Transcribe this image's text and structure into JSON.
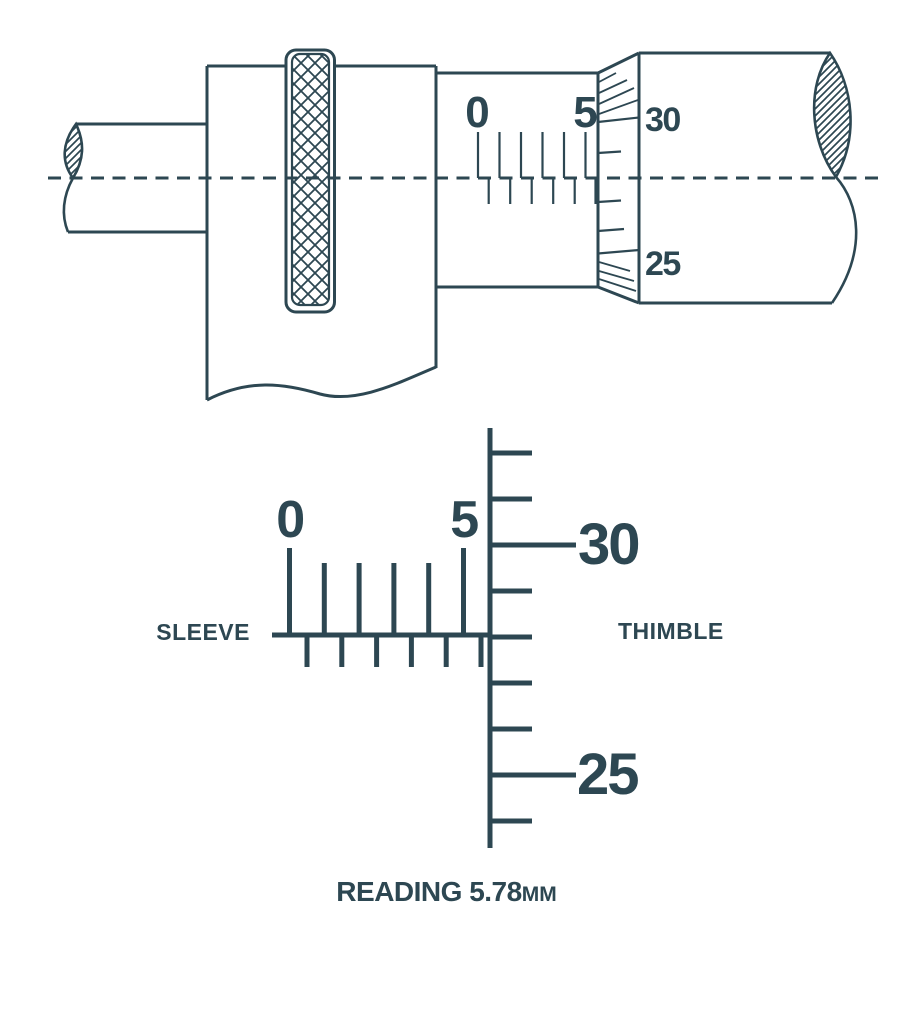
{
  "colors": {
    "ink": "#2d4752",
    "background": "#ffffff"
  },
  "top_drawing": {
    "sleeve_numbers": [
      "0",
      "5"
    ],
    "thimble_numbers": [
      "30",
      "25"
    ]
  },
  "bottom_diagram": {
    "sleeve_label": "SLEEVE",
    "thimble_label": "THIMBLE",
    "sleeve_numbers": [
      "0",
      "5"
    ],
    "thimble_numbers": [
      "30",
      "25"
    ]
  },
  "caption": {
    "text": "READING 5.78",
    "unit": "MM"
  }
}
